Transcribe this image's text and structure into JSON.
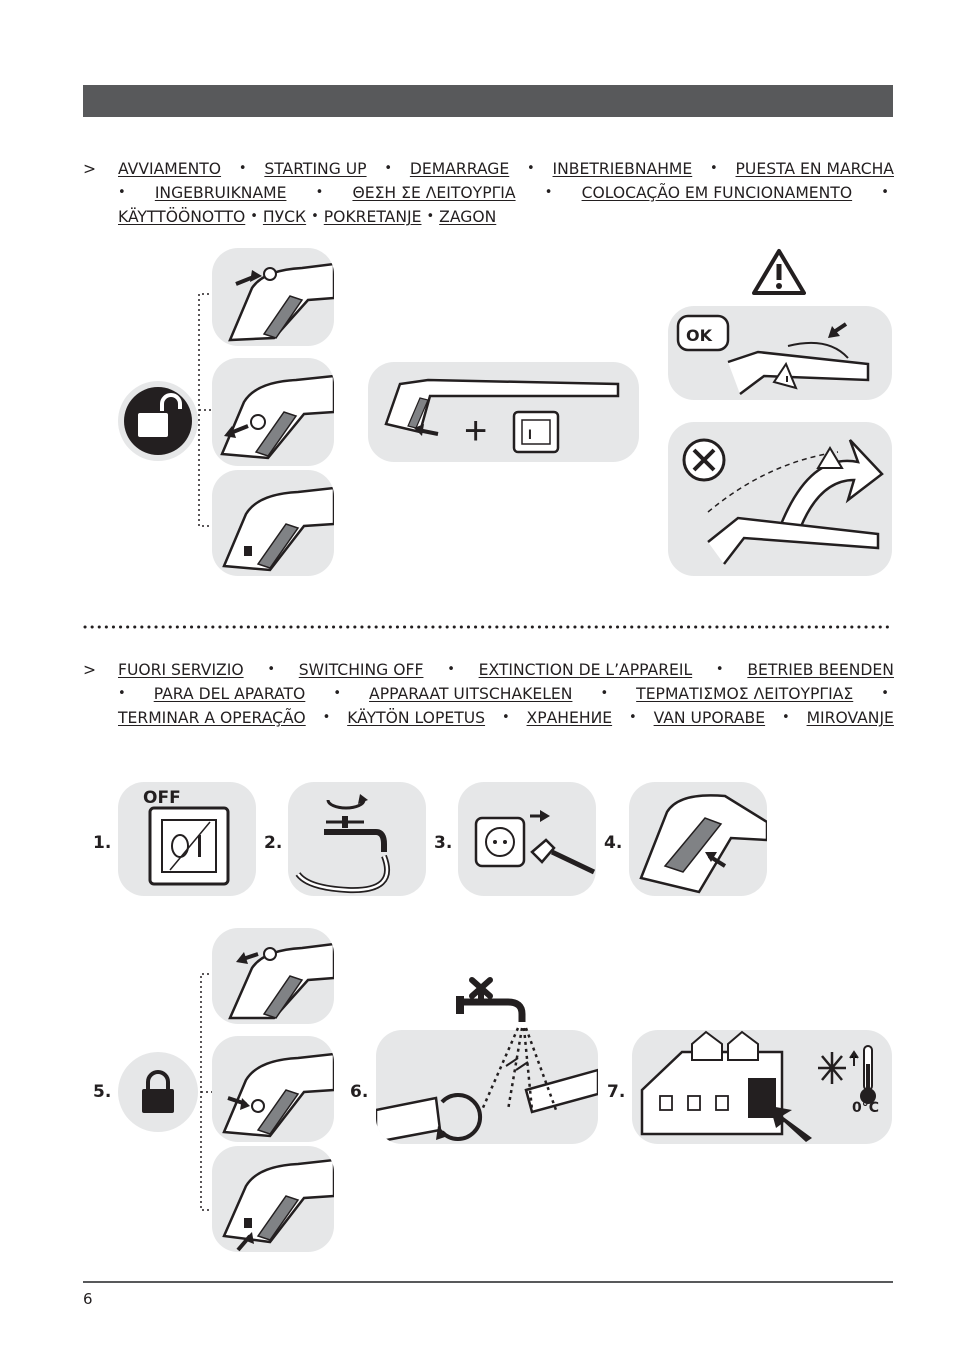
{
  "section_start": {
    "marker": ">",
    "lines": [
      [
        "AVVIAMENTO",
        "STARTING UP",
        "DEMARRAGE",
        "INBETRIEBNAHME",
        "PUESTA EN MARCHA"
      ],
      [
        "INGEBRUIKNAME",
        "ΘΕΣΗ ΣΕ ΛΕΙΤΟΥΡΓΙΑ",
        "COLOCAÇÃO EM FUNCIONAMENTO"
      ],
      [
        "KÄYTTÖÖNOTTO",
        "ПУСК",
        "POKRETANJE",
        "ZAGON"
      ]
    ],
    "ok_label": "OK"
  },
  "section_stop": {
    "marker": ">",
    "lines": [
      [
        "FUORI SERVIZIO",
        "SWITCHING OFF",
        "EXTINCTION DE L’APPAREIL",
        "BETRIEB BEENDEN"
      ],
      [
        "PARA DEL APARATO",
        "APPARAAT UITSCHAKELEN",
        "ΤΕΡΜΑΤΙΣΜΟΣ ΛΕΙΤΟΥΡΓΙΑΣ"
      ],
      [
        "TERMINAR A OPERAÇÃO",
        "KÄYTÖN LOPETUS",
        "ХРАНЕНИЕ",
        "VAN UPORABE",
        "MIROVANJE"
      ]
    ],
    "off_label": "OFF",
    "steps": [
      "1.",
      "2.",
      "3.",
      "4.",
      "5.",
      "6.",
      "7."
    ],
    "temperature": "0°C"
  },
  "page_number": "6",
  "colors": {
    "bar": "#58595b",
    "tile": "#e6e7e8",
    "ink": "#231f20"
  }
}
